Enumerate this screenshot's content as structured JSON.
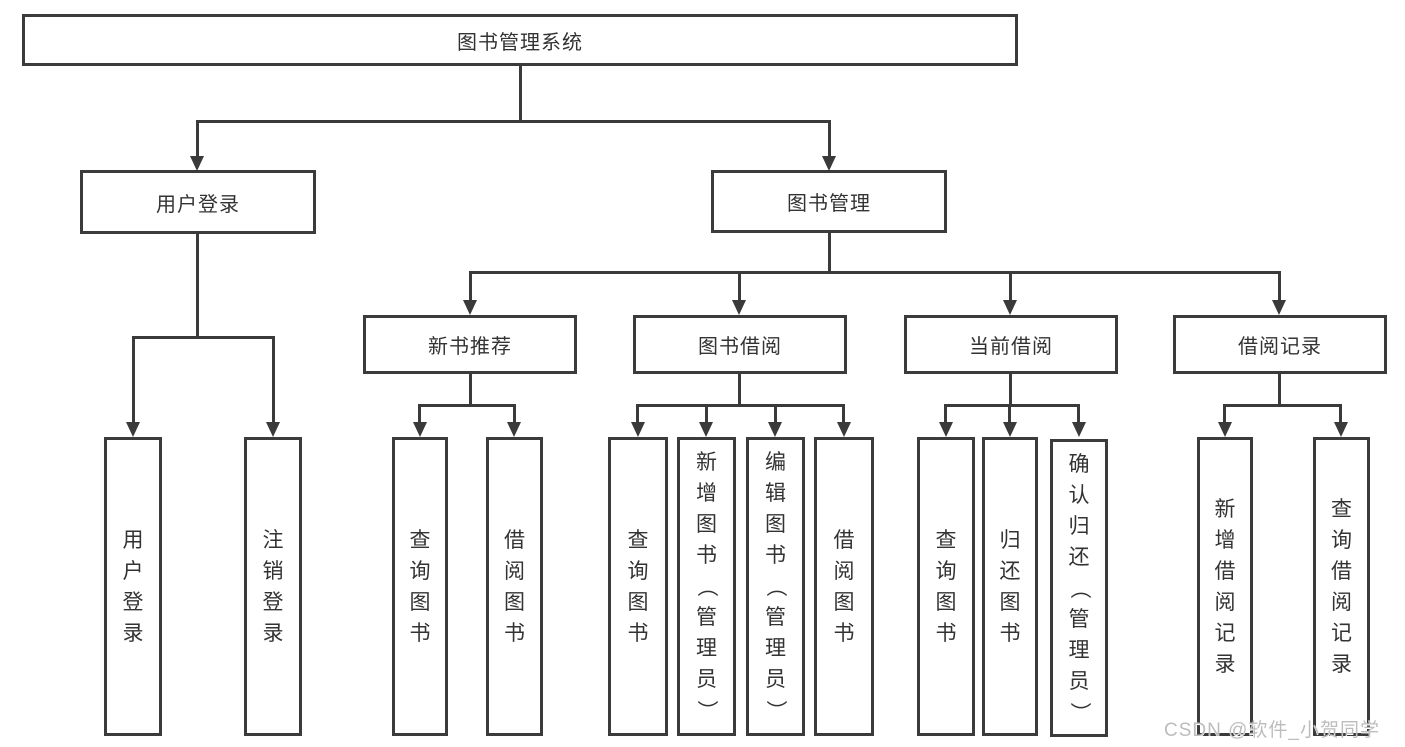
{
  "diagram": {
    "nodes": {
      "root": {
        "label": "图书管理系统"
      },
      "user_login": {
        "label": "用户登录"
      },
      "book_mgmt": {
        "label": "图书管理"
      },
      "new_book_rec": {
        "label": "新书推荐"
      },
      "book_borrow": {
        "label": "图书借阅"
      },
      "current_borrow": {
        "label": "当前借阅"
      },
      "borrow_records": {
        "label": "借阅记录"
      },
      "leaf_user_login": {
        "label": "用户登录"
      },
      "leaf_logout": {
        "label": "注销登录"
      },
      "leaf_rec_query_book": {
        "label": "查询图书"
      },
      "leaf_rec_borrow_book": {
        "label": "借阅图书"
      },
      "leaf_bb_query_book": {
        "label": "查询图书"
      },
      "leaf_bb_add_book": {
        "label": "新增图书（管理员）"
      },
      "leaf_bb_edit_book": {
        "label": "编辑图书（管理员）"
      },
      "leaf_bb_borrow_book": {
        "label": "借阅图书"
      },
      "leaf_cb_query_book": {
        "label": "查询图书"
      },
      "leaf_cb_return_book": {
        "label": "归还图书"
      },
      "leaf_cb_confirm_return": {
        "label": "确认归还（管理员）"
      },
      "leaf_br_add_record": {
        "label": "新增借阅记录"
      },
      "leaf_br_query_record": {
        "label": "查询借阅记录"
      }
    },
    "watermark": "CSDN @软件_小贺同学",
    "colors": {
      "line": "#3a3a3a",
      "border": "#3b3b3b",
      "text": "#333333",
      "box_bg": "#ffffff",
      "watermark": "#bdbdbd"
    }
  }
}
